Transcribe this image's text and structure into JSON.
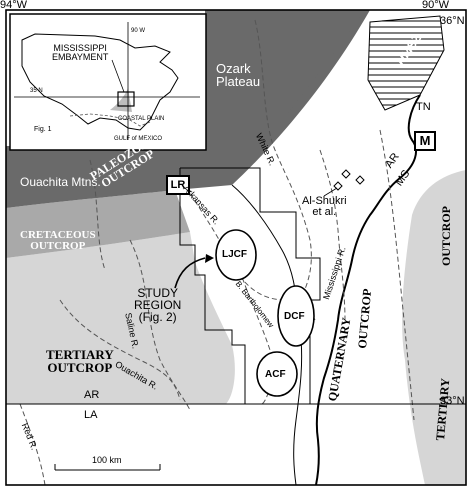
{
  "corner_labels": {
    "lon_left": "94°W",
    "lon_right": "90°W",
    "lat_top": "36°N",
    "lat_bottom": "33°N"
  },
  "inset": {
    "embayment": "MISSISSIPPI\nEMBAYMENT",
    "lon": "90 W",
    "lat": "35 N",
    "coastal_plain": "COASTAL PLAIN",
    "gulf": "GULF of MEXICO",
    "fig": "Fig. 1"
  },
  "regions": {
    "ozark": "Ozark\nPlateau",
    "ouachita_mtns": "Ouachita Mtns.",
    "paleozoic": "PALEOZOIC\nOUTCROP",
    "cretaceous": "CRETACEOUS\nOUTCROP",
    "tertiary_left": "TERTIARY\nOUTCROP",
    "quaternary": "QUATERNARY",
    "outcrop_mid": "OUTCROP",
    "outcrop_right": "OUTCROP",
    "tertiary_right": "TERTIARY"
  },
  "features": {
    "nmsz": "NMSZ",
    "tn": "TN",
    "ar_ms_ar": "AR",
    "ar_ms_ms": "MS",
    "m_box": "M",
    "lr_box": "LR",
    "al_shukri": "Al-Shukri\net al.",
    "study": "STUDY\nREGION\n(Fig. 2)",
    "ljcf": "LJCF",
    "dcf": "DCF",
    "acf": "ACF",
    "ar": "AR",
    "la": "LA",
    "scale": "100 km"
  },
  "rivers": {
    "arkansas": "Arkansas R.",
    "white": "White R.",
    "mississippi": "Mississippi R.",
    "bartholomew": "B. Bartholomew",
    "saline": "Saline R.",
    "ouachita": "Ouachita R.",
    "red": "Red R."
  }
}
